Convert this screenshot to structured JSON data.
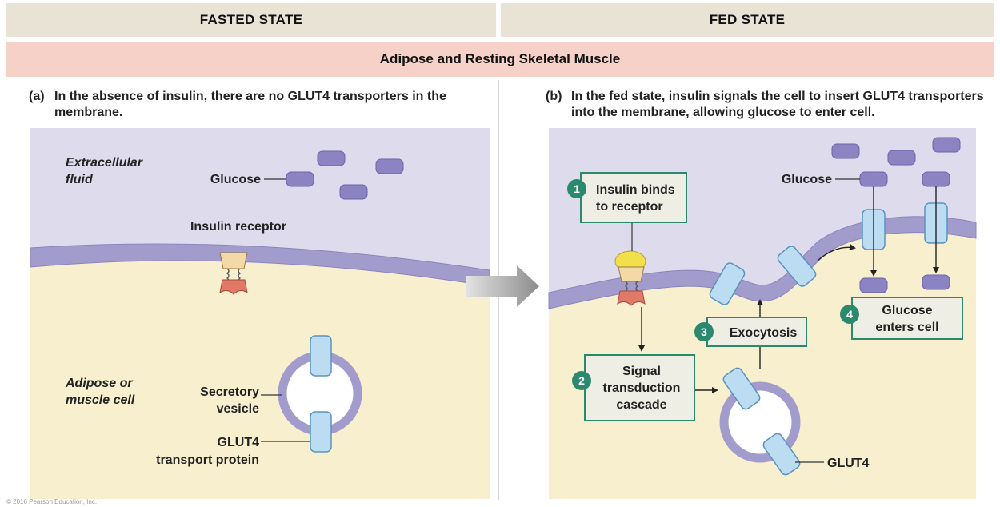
{
  "headers": {
    "fasted": "FASTED STATE",
    "fed": "FED STATE"
  },
  "band": "Adipose and Resting Skeletal Muscle",
  "panel_a": {
    "tag": "(a)",
    "caption": "In the absence of insulin, there are no GLUT4 transporters in the membrane.",
    "extracellular": [
      "Extracellular",
      "fluid"
    ],
    "glucose": "Glucose",
    "insulin_receptor": "Insulin receptor",
    "cell": [
      "Adipose or",
      "muscle cell"
    ],
    "vesicle": [
      "Secretory",
      "vesicle"
    ],
    "glut4": [
      "GLUT4",
      "transport protein"
    ]
  },
  "panel_b": {
    "tag": "(b)",
    "caption": "In the fed state, insulin signals the cell to insert GLUT4 transporters into the membrane, allowing glucose to enter cell.",
    "glucose": "Glucose",
    "step1": {
      "num": "1",
      "lines": [
        "Insulin binds",
        "to receptor"
      ]
    },
    "step2": {
      "num": "2",
      "lines": [
        "Signal",
        "transduction",
        "cascade"
      ]
    },
    "step3": {
      "num": "3",
      "lines": [
        "Exocytosis"
      ]
    },
    "step4": {
      "num": "4",
      "lines": [
        "Glucose",
        "enters cell"
      ]
    },
    "glut4": "GLUT4"
  },
  "colors": {
    "header_bg": "#e8e3d4",
    "band_bg": "#f6d1c8",
    "extracellular": "#dedbed",
    "cytoplasm": "#f8efcf",
    "membrane": "#a29ccd",
    "glucose": "#8b83c2",
    "glut4": "#bcdcf2",
    "step_border": "#2b8a6e",
    "step_badge": "#2b8a6e",
    "step_bg": "#efeee4"
  },
  "credit": "© 2016 Pearson Education, Inc."
}
